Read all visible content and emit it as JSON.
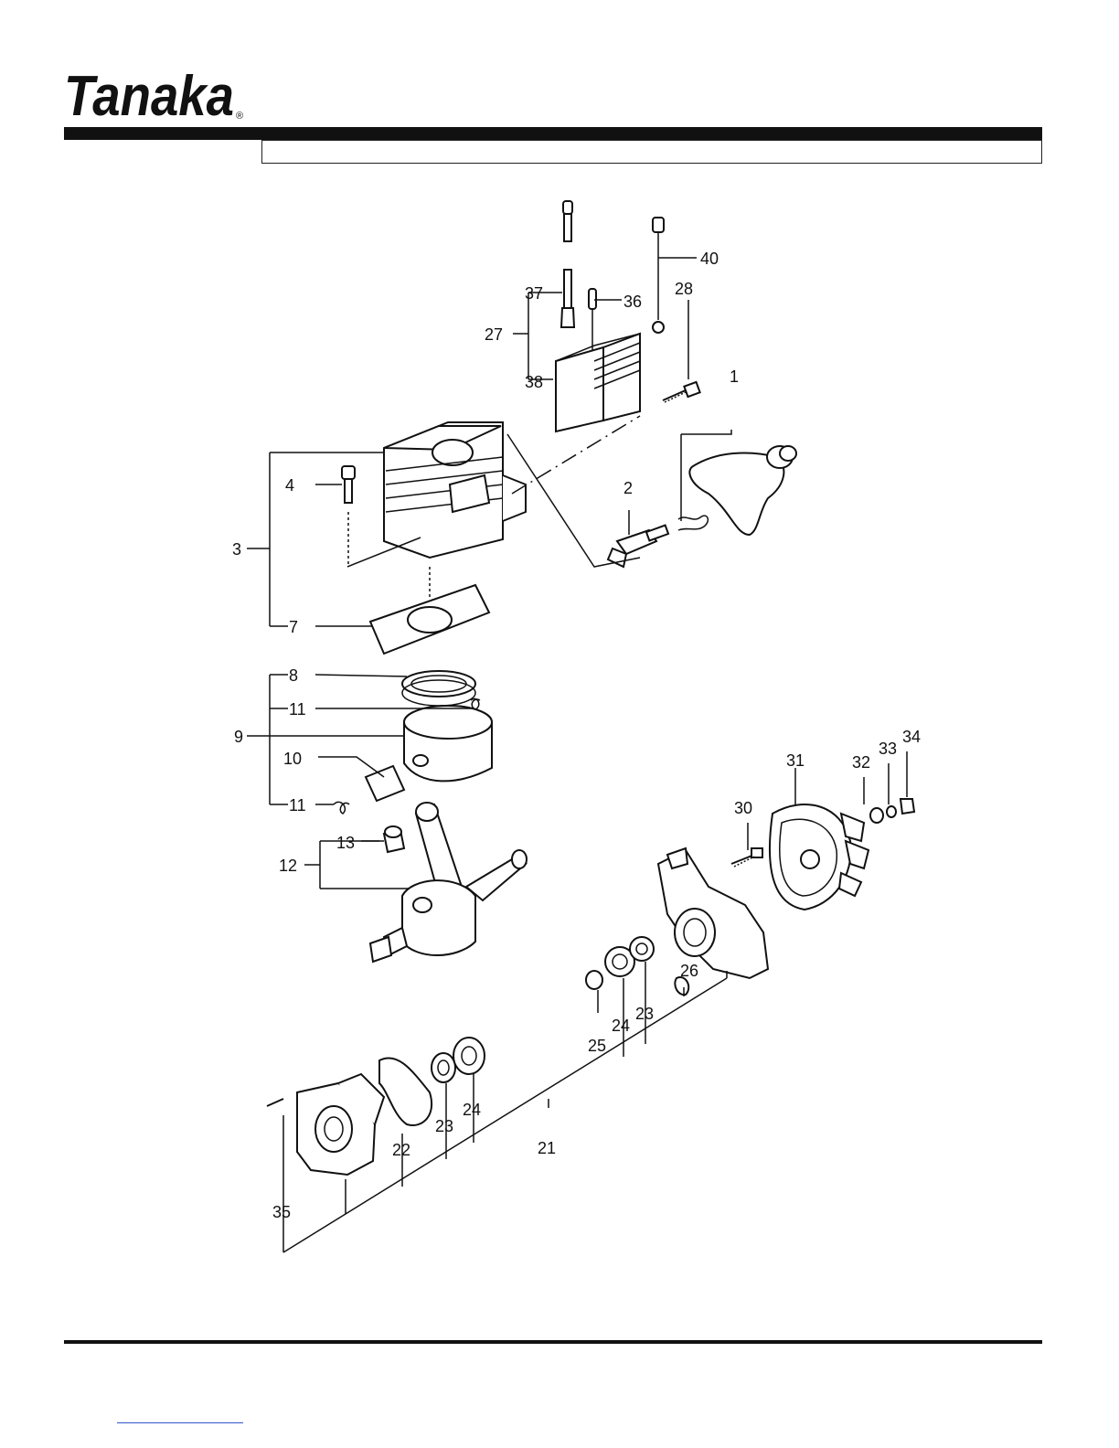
{
  "brand": {
    "logo_text": "Tanaka",
    "registered_mark": "®"
  },
  "header": {
    "title": ""
  },
  "diagram": {
    "labels": [
      {
        "id": "p1",
        "text": "1"
      },
      {
        "id": "p2",
        "text": "2"
      },
      {
        "id": "p3",
        "text": "3"
      },
      {
        "id": "p4",
        "text": "4"
      },
      {
        "id": "p7",
        "text": "7"
      },
      {
        "id": "p8",
        "text": "8"
      },
      {
        "id": "p9",
        "text": "9"
      },
      {
        "id": "p10",
        "text": "10"
      },
      {
        "id": "p11a",
        "text": "11"
      },
      {
        "id": "p11b",
        "text": "11"
      },
      {
        "id": "p12",
        "text": "12"
      },
      {
        "id": "p13",
        "text": "13"
      },
      {
        "id": "p21",
        "text": "21"
      },
      {
        "id": "p22",
        "text": "22"
      },
      {
        "id": "p23a",
        "text": "23"
      },
      {
        "id": "p23b",
        "text": "23"
      },
      {
        "id": "p24a",
        "text": "24"
      },
      {
        "id": "p24b",
        "text": "24"
      },
      {
        "id": "p25",
        "text": "25"
      },
      {
        "id": "p26",
        "text": "26"
      },
      {
        "id": "p27",
        "text": "27"
      },
      {
        "id": "p28",
        "text": "28"
      },
      {
        "id": "p30",
        "text": "30"
      },
      {
        "id": "p31",
        "text": "31"
      },
      {
        "id": "p32",
        "text": "32"
      },
      {
        "id": "p33",
        "text": "33"
      },
      {
        "id": "p34",
        "text": "34"
      },
      {
        "id": "p35",
        "text": "35"
      },
      {
        "id": "p36",
        "text": "36"
      },
      {
        "id": "p37",
        "text": "37"
      },
      {
        "id": "p38",
        "text": "38"
      },
      {
        "id": "p40",
        "text": "40"
      }
    ]
  },
  "colors": {
    "ink": "#111111",
    "paper": "#ffffff",
    "link": "#3355cc"
  }
}
